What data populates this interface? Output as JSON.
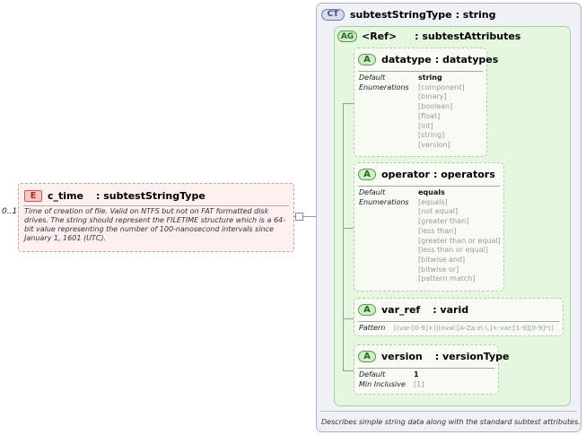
{
  "element": {
    "badge": "E",
    "name": "c_time",
    "type": ": subtestStringType",
    "cardinality": "0..1",
    "doc_lines": [
      "Time of creation of file. Valid on NTFS but not on FAT formatted disk",
      "drives.  The string should represent the FILETIME structure which is a 64-",
      "bit value representing the number of 100-nanosecond intervals since",
      "January 1, 1601 (UTC)."
    ]
  },
  "complex_type": {
    "badge": "CT",
    "name": "subtestStringType",
    "type": ": string",
    "doc": "Describes simple string data along with the standard subtest attributes."
  },
  "attribute_group": {
    "badge": "AG",
    "name": "<Ref>",
    "type": ": subtestAttributes"
  },
  "attributes": [
    {
      "badge": "A",
      "name": "datatype",
      "type": ": datatypes",
      "props": [
        {
          "key": "Default",
          "values": [
            "string"
          ]
        },
        {
          "key": "Enumerations",
          "values": [
            "[component]",
            "[binary]",
            "[boolean]",
            "[float]",
            "[int]",
            "[string]",
            "[version]"
          ]
        }
      ]
    },
    {
      "badge": "A",
      "name": "operator",
      "type": ": operators",
      "props": [
        {
          "key": "Default",
          "values": [
            "equals"
          ]
        },
        {
          "key": "Enumerations",
          "values": [
            "[equals]",
            "[not equal]",
            "[greater than]",
            "[less than]",
            "[greater than or equal]",
            "[less than or equal]",
            "[bitwise and]",
            "[bitwise or]",
            "[pattern match]"
          ]
        }
      ]
    },
    {
      "badge": "A",
      "name": "var_ref",
      "type": ": varid",
      "props": [
        {
          "key": "Pattern",
          "values": [
            "[(var-[0-9]+)|(oval:[A-Za-z\\-\\.]+:var:[1-9][0-9]*)]"
          ]
        }
      ]
    },
    {
      "badge": "A",
      "name": "version",
      "type": ": versionType",
      "props": [
        {
          "key": "Default",
          "values": [
            "1"
          ]
        },
        {
          "key": "Min Inclusive",
          "values": [
            "[1]"
          ]
        }
      ]
    }
  ]
}
